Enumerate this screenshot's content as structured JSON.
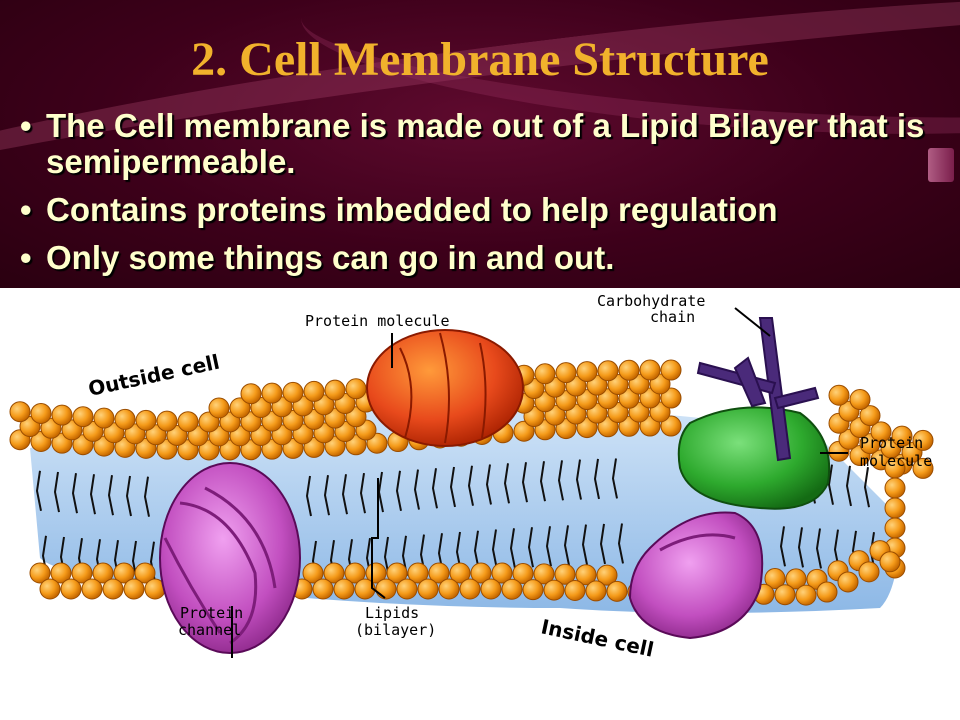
{
  "slide": {
    "title": "2. Cell Membrane Structure",
    "bullets": [
      "The Cell membrane is made out of a Lipid Bilayer that is semipermeable.",
      "Contains proteins imbedded to help regulation",
      "Only some things can go in and out."
    ],
    "bullet_glyph": "•"
  },
  "diagram": {
    "labels": {
      "protein_top": "Protein molecule",
      "carb_line1": "Carbohydrate",
      "carb_line2": "chain",
      "outside": "Outside cell",
      "protein_right_line1": "Protein",
      "protein_right_line2": "molecule",
      "channel_line1": "Protein",
      "channel_line2": "channel",
      "lipids_line1": "Lipids",
      "lipids_line2": "(bilayer)",
      "inside": "Inside cell"
    }
  },
  "colors": {
    "title": "#f1b22c",
    "bullet_text": "#ffffcc",
    "lipid_head": "#f59b1a",
    "protein_red": "#e84a1c",
    "protein_green": "#2eaa2e",
    "carbohydrate": "#4a2a7a",
    "channel_purple": "#c24fc0",
    "membrane_blue": "#9bc3ea"
  }
}
